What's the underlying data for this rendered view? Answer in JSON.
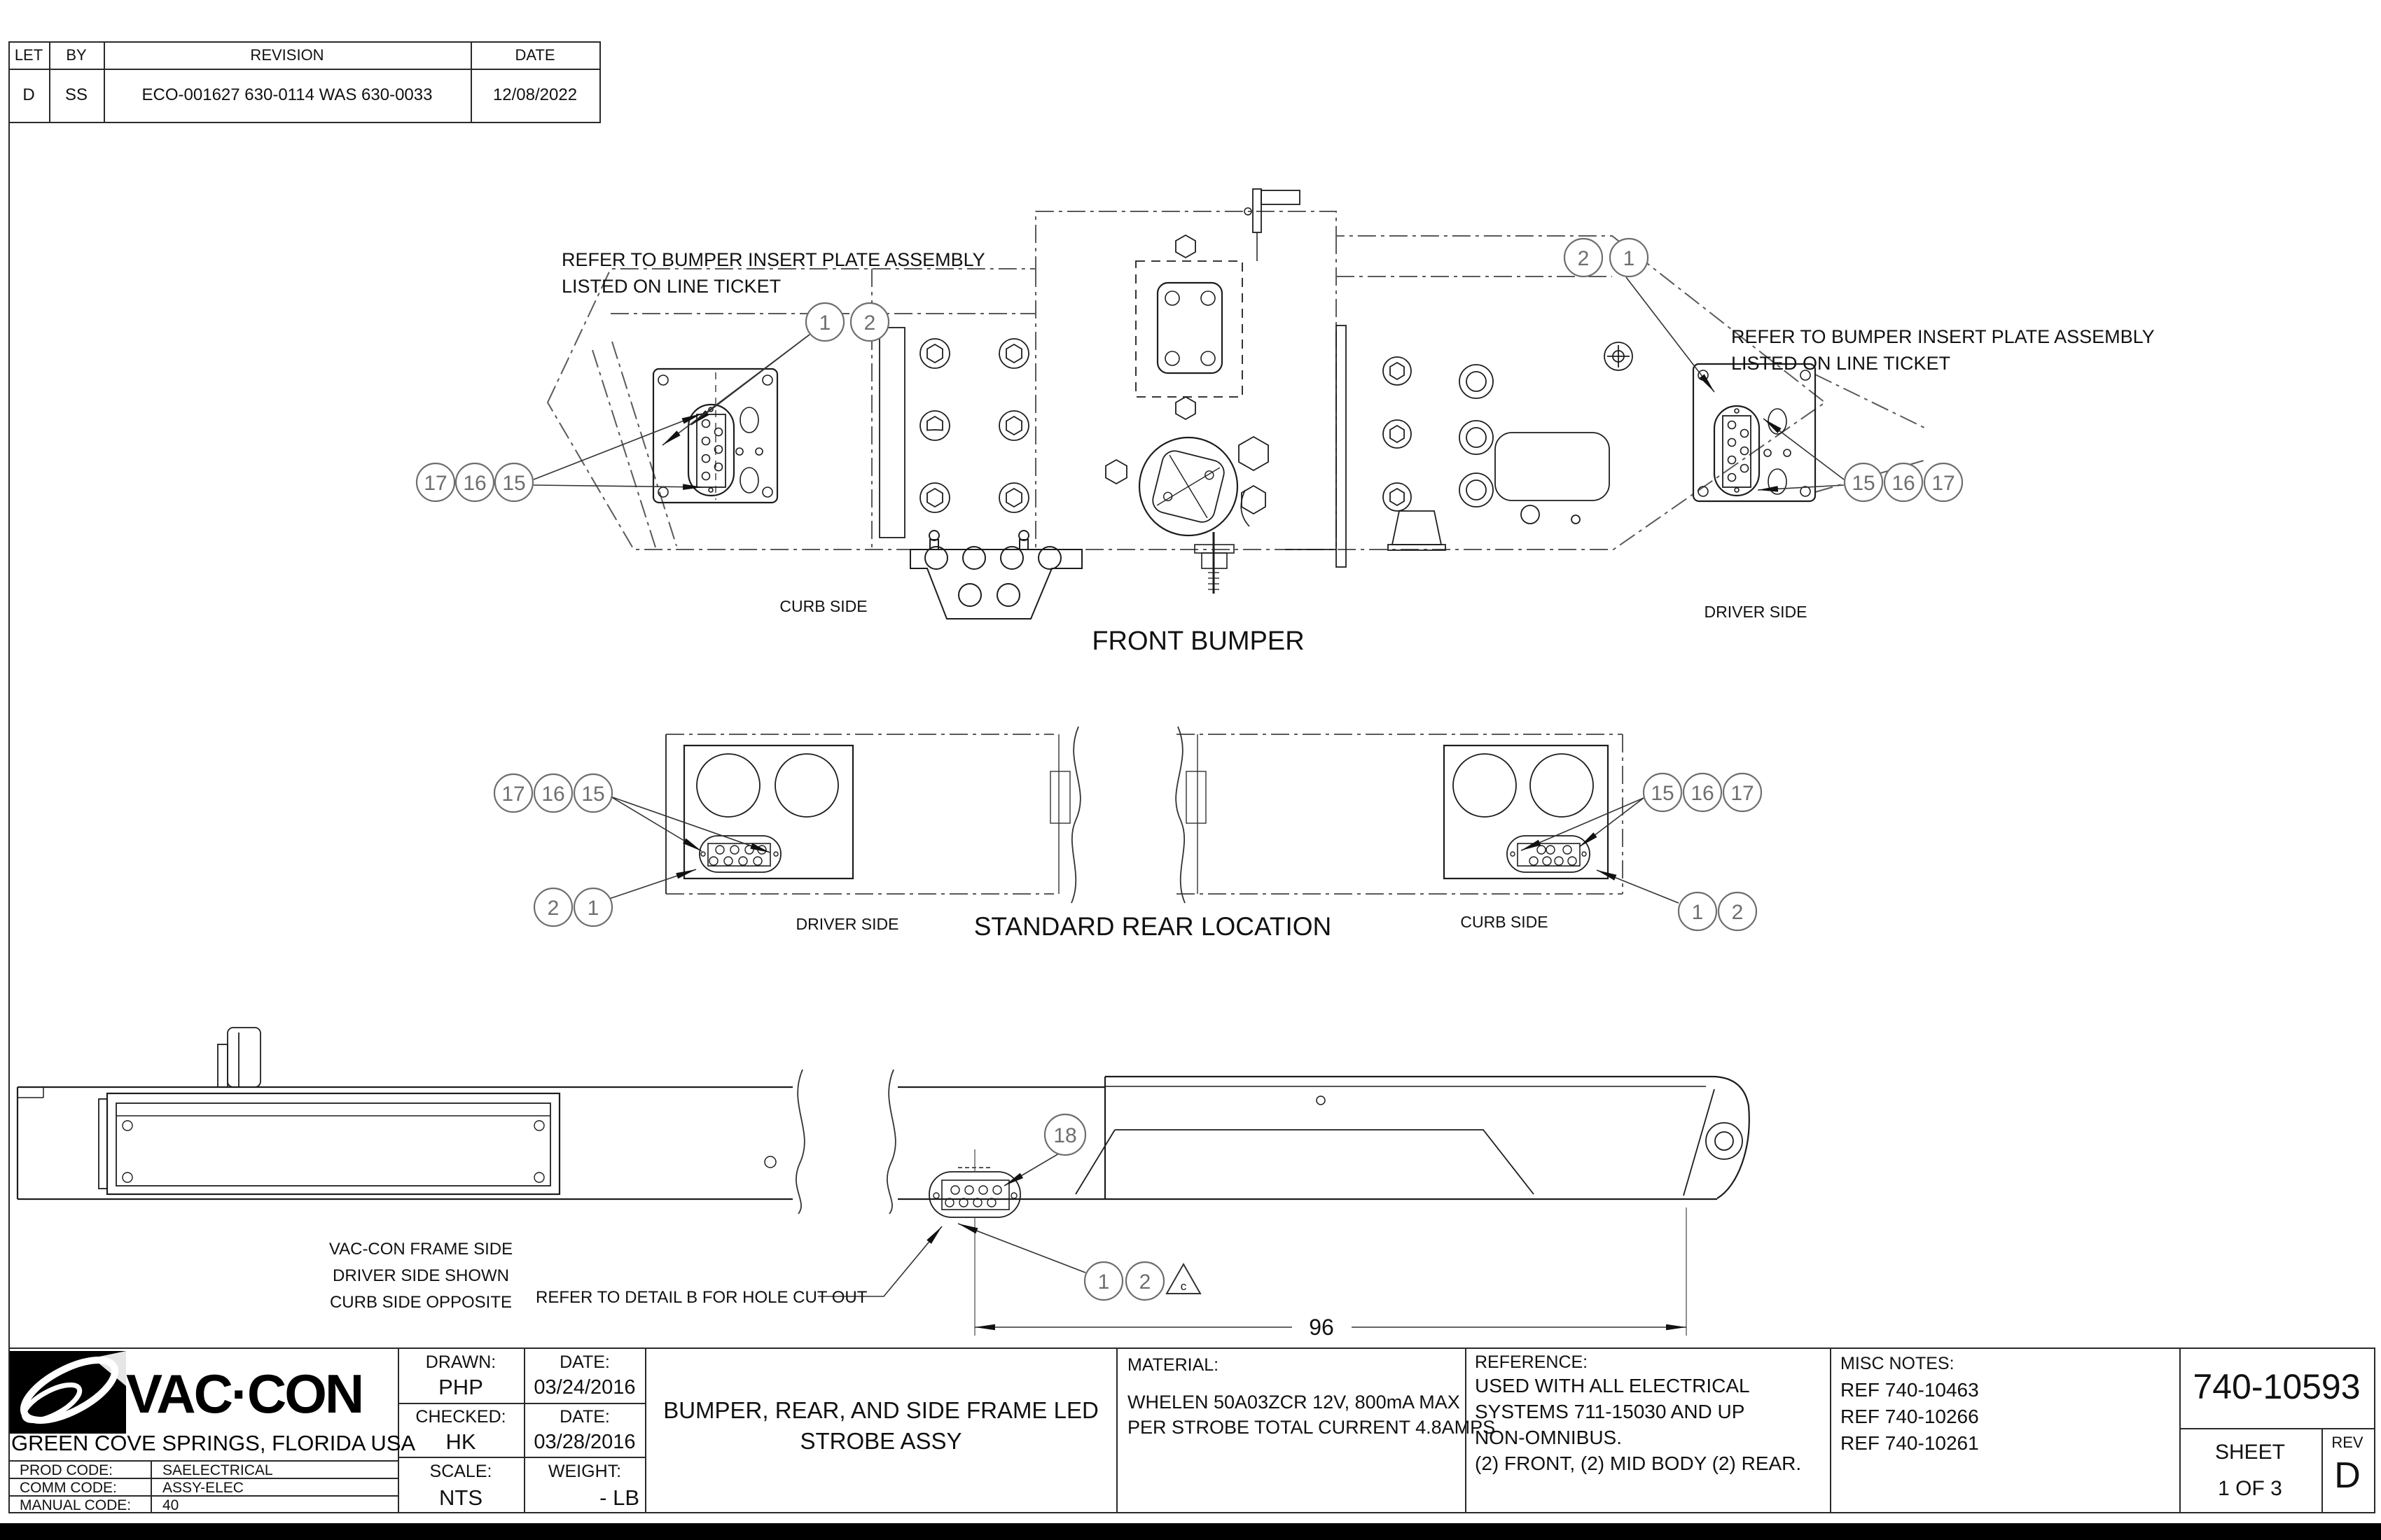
{
  "colors": {
    "line": "#1d1d1d",
    "phantom": "#5a5a5a",
    "balloon": "#6e6e6e",
    "bottom_bar": "#000000"
  },
  "revision_table": {
    "col_let": "LET",
    "col_by": "BY",
    "col_revision": "REVISION",
    "col_date": "DATE",
    "row_let": "D",
    "row_by": "SS",
    "row_revision": "ECO-001627 630-0114 WAS 630-0033",
    "row_date": "12/08/2022"
  },
  "front_bumper": {
    "title": "FRONT BUMPER",
    "curb_label": "CURB SIDE",
    "driver_label": "DRIVER SIDE",
    "insert_note_line1": "REFER TO BUMPER INSERT PLATE ASSEMBLY",
    "insert_note_line2": "LISTED ON LINE TICKET",
    "balloons": {
      "pair_1": "1",
      "pair_2": "2",
      "left_17": "17",
      "left_16": "16",
      "left_15": "15",
      "right_2": "2",
      "right_1": "1",
      "r15": "15",
      "r16": "16",
      "r17": "17"
    }
  },
  "rear_location": {
    "title": "STANDARD REAR LOCATION",
    "driver_label": "DRIVER SIDE",
    "curb_label": "CURB SIDE",
    "balloons": {
      "l17": "17",
      "l16": "16",
      "l15": "15",
      "l2": "2",
      "l1": "1",
      "r15": "15",
      "r16": "16",
      "r17": "17",
      "r1": "1",
      "r2": "2"
    }
  },
  "side_frame": {
    "balloon_18": "18",
    "balloon_1": "1",
    "balloon_2": "2",
    "delta_note": "c",
    "dimension_96": "96",
    "frame_note_line1": "VAC-CON FRAME SIDE",
    "frame_note_line2": "DRIVER SIDE SHOWN",
    "frame_note_line3": "CURB SIDE OPPOSITE",
    "detail_note": "REFER TO DETAIL B FOR HOLE CUT OUT"
  },
  "title_block": {
    "logo_text": "VAC·CON",
    "logo_sub": "GREEN COVE SPRINGS, FLORIDA USA",
    "prod_code_label": "PROD CODE:",
    "prod_code": "SAELECTRICAL",
    "comm_code_label": "COMM CODE:",
    "comm_code": "ASSY-ELEC",
    "manual_code_label": "MANUAL CODE:",
    "manual_code": "40",
    "drawn_label": "DRAWN:",
    "drawn": "PHP",
    "date_label": "DATE:",
    "drawn_date": "03/24/2016",
    "checked_label": "CHECKED:",
    "checked": "HK",
    "checked_date": "03/28/2016",
    "scale_label": "SCALE:",
    "scale": "NTS",
    "weight_label": "WEIGHT:",
    "weight": "- LB",
    "title_line1": "BUMPER, REAR, AND SIDE FRAME LED",
    "title_line2": "STROBE ASSY",
    "material_label": "MATERIAL:",
    "material_line1": "WHELEN 50A03ZCR 12V, 800mA MAX",
    "material_line2": "PER STROBE TOTAL CURRENT 4.8AMPS",
    "reference_label": "REFERENCE:",
    "reference_line1": "USED WITH ALL ELECTRICAL",
    "reference_line2": "SYSTEMS 711-15030 AND UP",
    "reference_line3": "NON-OMNIBUS.",
    "reference_line4": "(2) FRONT, (2) MID BODY (2) REAR.",
    "misc_label": "MISC NOTES:",
    "misc_line1": "REF 740-10463",
    "misc_line2": "REF 740-10266",
    "misc_line3": "REF 740-10261",
    "part_number": "740-10593",
    "sheet_label": "SHEET",
    "sheet": "1 OF 3",
    "rev_label": "REV",
    "rev": "D"
  }
}
